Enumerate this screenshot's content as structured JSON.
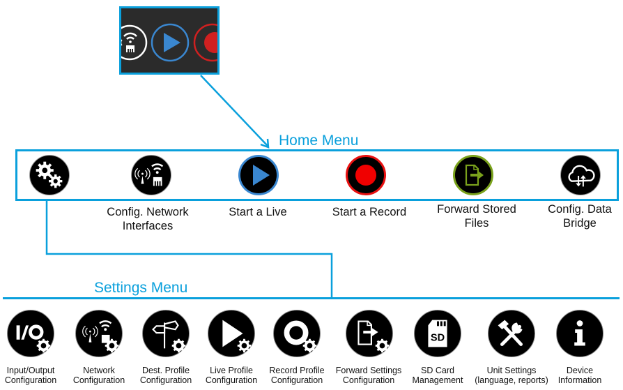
{
  "inset": {
    "description": "Zoomed device screen excerpt showing network, live and record icons",
    "icons": [
      "network-icon",
      "play-icon",
      "record-icon"
    ]
  },
  "colors": {
    "accent": "#0aa0dc",
    "live": "#3a87d0",
    "record": "#e81010",
    "forward": "#7aa21c",
    "icon_bg": "#000000"
  },
  "home_menu": {
    "title": "Home Menu",
    "items": [
      {
        "icon": "gears-icon",
        "label_1": "",
        "label_2": ""
      },
      {
        "icon": "network-icon",
        "label_1": "Config. Network",
        "label_2": "Interfaces"
      },
      {
        "icon": "play-icon",
        "label_1": "Start a Live",
        "label_2": ""
      },
      {
        "icon": "record-icon",
        "label_1": "Start a Record",
        "label_2": ""
      },
      {
        "icon": "forward-file-icon",
        "label_1": "Forward Stored",
        "label_2": "Files"
      },
      {
        "icon": "cloud-transfer-icon",
        "label_1": "Config. Data",
        "label_2": "Bridge"
      }
    ]
  },
  "settings_menu": {
    "title": "Settings Menu",
    "items": [
      {
        "icon": "io-config-icon",
        "label_1": "Input/Output",
        "label_2": "Configuration"
      },
      {
        "icon": "network-config-icon",
        "label_1": "Network",
        "label_2": "Configuration"
      },
      {
        "icon": "signpost-config-icon",
        "label_1": "Dest. Profile",
        "label_2": "Configuration"
      },
      {
        "icon": "play-config-icon",
        "label_1": "Live Profile",
        "label_2": "Configuration"
      },
      {
        "icon": "record-config-icon",
        "label_1": "Record Profile",
        "label_2": "Configuration"
      },
      {
        "icon": "forward-config-icon",
        "label_1": "Forward Settings",
        "label_2": "Configuration"
      },
      {
        "icon": "sd-card-icon",
        "label_1": "SD Card",
        "label_2": "Management"
      },
      {
        "icon": "tools-icon",
        "label_1": "Unit Settings",
        "label_2": "(language, reports)"
      },
      {
        "icon": "info-icon",
        "label_1": "Device",
        "label_2": "Information"
      }
    ]
  }
}
